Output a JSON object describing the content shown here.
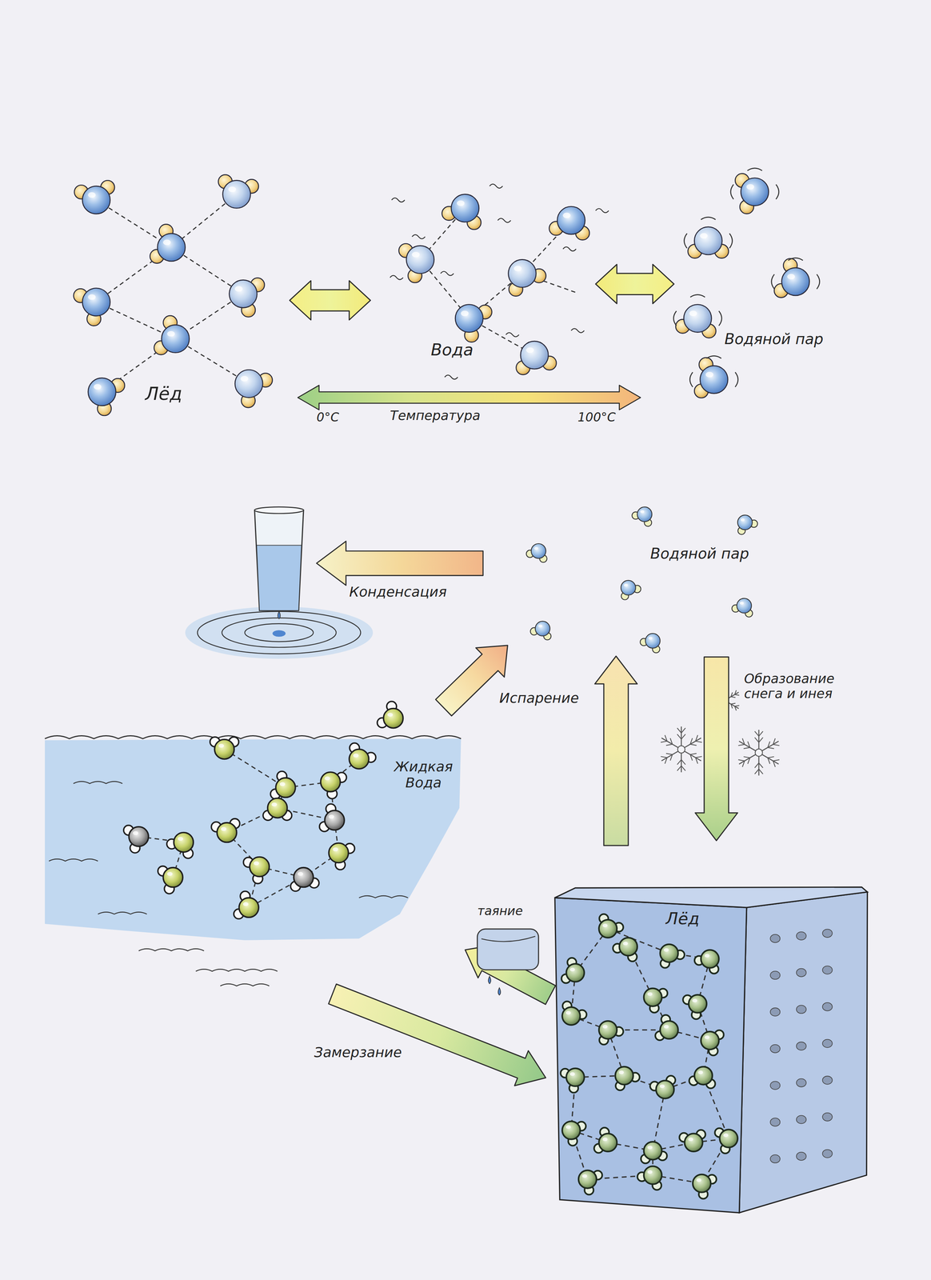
{
  "diagram": {
    "nodes": [
      {
        "text": [
          "Лёд"
        ]
      },
      {
        "text": [
          "Вода"
        ]
      },
      {
        "text": [
          "Водяной пар"
        ]
      },
      {
        "text": [
          "Водяной пар"
        ]
      },
      {
        "text": [
          "Жидкая Вода"
        ]
      },
      {
        "text": [
          "Лёд"
        ]
      }
    ],
    "edges": [
      {
        "from": 0,
        "to": 1,
        "arrow": "both"
      },
      {
        "from": 1,
        "to": 2,
        "arrow": "both"
      },
      {
        "from": 4,
        "to": 3,
        "arrow": "to",
        "label": "Испарение"
      },
      {
        "from": 5,
        "to": 3,
        "arrow": "to"
      },
      {
        "from": 3,
        "to": 5,
        "arrow": "to",
        "label": "Образование снега и инея"
      },
      {
        "from": 5,
        "to": 4,
        "arrow": "to",
        "label": "таяние"
      },
      {
        "from": 4,
        "to": 5,
        "arrow": "to",
        "label": "Замерзание"
      }
    ],
    "labels": [
      "0°C",
      "Температура",
      "100°C",
      "Конденсация"
    ]
  }
}
